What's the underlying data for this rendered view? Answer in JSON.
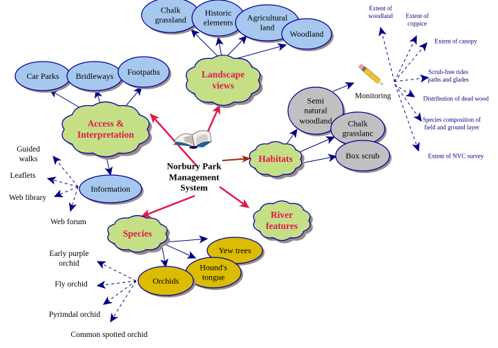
{
  "title": "Norbury Park Management System",
  "colors": {
    "cloud_fill": "#c5df87",
    "blue_node": "#a6c8ee",
    "grey_node": "#c0c0c0",
    "gold_node": "#dcbc00",
    "outline": "#0000a0",
    "shadow": "#9b8a8a",
    "red_arrow": "#e0194a",
    "brown_arrow": "#a0280a",
    "navy_arrow": "#000080",
    "cloud_text": "#e0194a"
  },
  "center": {
    "label_lines": [
      "Norbury Park",
      "Management",
      "System"
    ],
    "icon": "open-book-icon"
  },
  "clouds": [
    {
      "id": "access",
      "lines": [
        "Access &",
        "Interpretation"
      ]
    },
    {
      "id": "landscape",
      "lines": [
        "Landscape",
        "views"
      ]
    },
    {
      "id": "habitats",
      "lines": [
        "Habitats"
      ]
    },
    {
      "id": "river",
      "lines": [
        "River",
        "features"
      ]
    },
    {
      "id": "species",
      "lines": [
        "Species"
      ]
    }
  ],
  "nodes": [
    {
      "id": "car-parks",
      "lines": [
        "Car Parks"
      ],
      "kind": "blue"
    },
    {
      "id": "bridleways",
      "lines": [
        "Bridleways"
      ],
      "kind": "blue"
    },
    {
      "id": "footpaths",
      "lines": [
        "Footpaths"
      ],
      "kind": "blue"
    },
    {
      "id": "chalk-grassland-landscape",
      "lines": [
        "Chalk",
        "grassland"
      ],
      "kind": "blue"
    },
    {
      "id": "historic-elements",
      "lines": [
        "Historic",
        "elements"
      ],
      "kind": "blue"
    },
    {
      "id": "agricultural-land",
      "lines": [
        "Agricultural",
        "land"
      ],
      "kind": "blue"
    },
    {
      "id": "woodland",
      "lines": [
        "Woodland"
      ],
      "kind": "blue"
    },
    {
      "id": "information",
      "lines": [
        "Information"
      ],
      "kind": "blue"
    },
    {
      "id": "semi-natural-woodland",
      "lines": [
        "Semi",
        "natural",
        "woodland"
      ],
      "kind": "grey"
    },
    {
      "id": "chalk-grassland-habitat",
      "lines": [
        "Chalk",
        "grasslanc"
      ],
      "kind": "grey"
    },
    {
      "id": "box-scrub",
      "lines": [
        "Box scrub"
      ],
      "kind": "grey"
    },
    {
      "id": "yew-trees",
      "lines": [
        "Yew trees"
      ],
      "kind": "gold"
    },
    {
      "id": "hounds-tongue",
      "lines": [
        "Hound's",
        "tongue"
      ],
      "kind": "gold"
    },
    {
      "id": "orchids",
      "lines": [
        "Orchids"
      ],
      "kind": "gold"
    }
  ],
  "information_leaves": [
    {
      "id": "guided-walks",
      "lines": [
        "Guided",
        "walks"
      ]
    },
    {
      "id": "leaflets",
      "lines": [
        "Leaflets"
      ]
    },
    {
      "id": "web-library",
      "lines": [
        "Web library"
      ]
    },
    {
      "id": "web-forum",
      "lines": [
        "Web forum"
      ]
    }
  ],
  "orchid_leaves": [
    {
      "id": "early-purple-orchid",
      "lines": [
        "Early purple",
        "orchid"
      ]
    },
    {
      "id": "fly-orchid",
      "lines": [
        "Fly orchid"
      ]
    },
    {
      "id": "pyramidal-orchid",
      "lines": [
        "Pyrimdal orchid"
      ]
    },
    {
      "id": "common-spotted-orchid",
      "lines": [
        "Common spotted orchid"
      ]
    }
  ],
  "monitoring": {
    "label": "Monitoring",
    "icon": "pencil-icon",
    "items": [
      {
        "id": "extent-of-woodland",
        "lines": [
          "Extent of",
          "woodland"
        ]
      },
      {
        "id": "extent-of-coppice",
        "lines": [
          "Extent of",
          "coppice"
        ]
      },
      {
        "id": "extent-of-canopy",
        "lines": [
          "Extent of canopy"
        ]
      },
      {
        "id": "scrub-free-rides",
        "lines": [
          "Scrub-free rides",
          "paths and glades"
        ]
      },
      {
        "id": "distribution-of-dead-wood",
        "lines": [
          "Distribution of dead wood"
        ]
      },
      {
        "id": "species-composition",
        "lines": [
          "Species composition of",
          "field and ground layer"
        ]
      },
      {
        "id": "extent-of-nvc-survey",
        "lines": [
          "Extent of NVC survey"
        ]
      }
    ]
  }
}
